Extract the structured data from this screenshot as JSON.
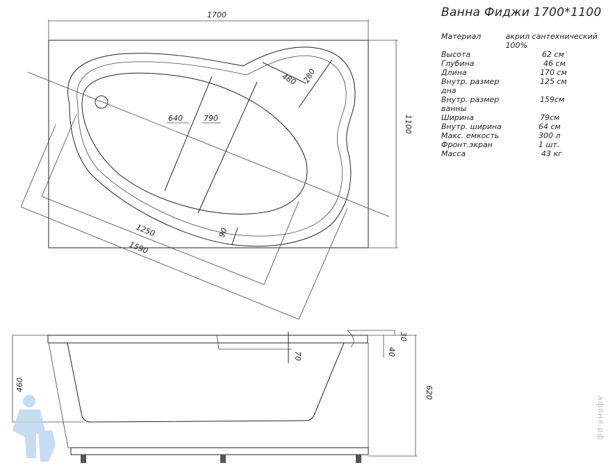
{
  "title": "Ванна Фиджи 1700*1100",
  "specs": [
    {
      "label": "Материал",
      "value": "акрил сантехнический 100%"
    },
    {
      "label": "Высота",
      "value": "62 см"
    },
    {
      "label": "Глубина",
      "value": "46 см"
    },
    {
      "label": "Длина",
      "value": "170 см"
    },
    {
      "label": "Внутр. размер дна",
      "value": "125 см"
    },
    {
      "label": "Внутр. размер ванны",
      "value": "159см"
    },
    {
      "label": "Ширина",
      "value": "79см"
    },
    {
      "label": "Внутр. ширина",
      "value": "64 см"
    },
    {
      "label": "Макс. емкость",
      "value": "300 л"
    },
    {
      "label": "Фронт.экран",
      "value": "1 шт."
    },
    {
      "label": "Масса",
      "value": "43 кг"
    }
  ],
  "dimensions": {
    "length": "1700",
    "width": "1100",
    "inner_width": "640",
    "outer_width": "790",
    "seat_a": "480",
    "seat_b": "280",
    "bottom_length": "1250",
    "inner_length": "1590",
    "rim": "90",
    "depth": "460",
    "height": "620",
    "step": "70",
    "rim_h": "40",
    "lip": "30"
  },
  "watermark": "афоня.рф"
}
